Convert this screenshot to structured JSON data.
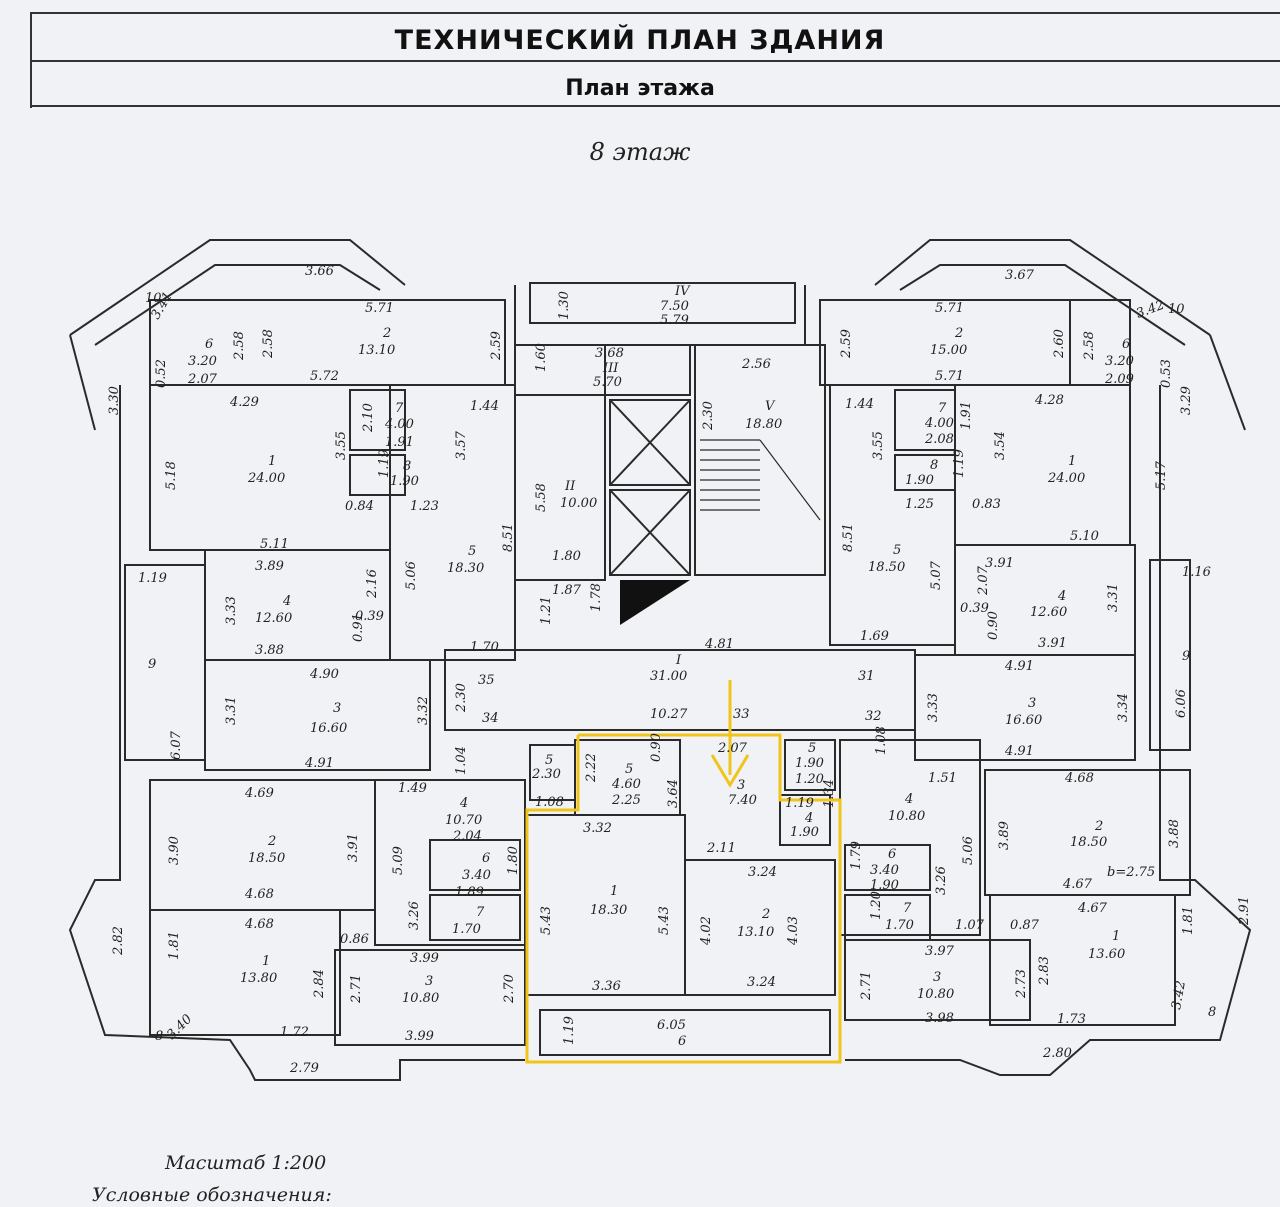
{
  "header": {
    "title": "ТЕХНИЧЕСКИЙ ПЛАН ЗДАНИЯ",
    "subtitle": "План этажа",
    "floor": "8 этаж"
  },
  "footer": {
    "scale": "Масштаб 1:200",
    "legend": "Условные обозначения:"
  },
  "colors": {
    "highlight": "#f0c419",
    "line": "#2a2a2a",
    "paper": "#f1f2f5"
  },
  "labels": {
    "lt_top": "3.66",
    "lt_10": "10",
    "lt_341": "3.41",
    "lt_330": "3.30",
    "l_r2_w": "5.71",
    "l_r2_n": "2",
    "l_r2_a": "13.10",
    "l_r2_h": "2.58",
    "l_r2_h2": "2.59",
    "l_r6_n": "6",
    "l_r6_a": "3.20",
    "l_r6_h": "2.58",
    "l_r6_w": "2.07",
    "l_052": "0.52",
    "l_572": "5.72",
    "l_429": "4.29",
    "l_r1_n": "1",
    "l_r1_a": "24.00",
    "l_518": "5.18",
    "l_355": "3.55",
    "l_511": "5.11",
    "l_r7_n": "7",
    "l_r7_a": "4.00",
    "l_r7_w": "1.91",
    "l_210": "2.10",
    "l_144": "1.44",
    "l_357": "3.57",
    "l_r8_n": "8",
    "l_r8_a": "1.90",
    "l_119": "1.19",
    "l_084": "0.84",
    "l_123": "1.23",
    "l_119b": "1.19",
    "l_r9": "9",
    "l_607": "6.07",
    "l_389": "3.89",
    "l_r4_n": "4",
    "l_r4_a": "12.60",
    "l_333": "3.33",
    "l_388": "3.88",
    "l_216": "2.16",
    "l_039": "0.39",
    "l_091": "0.91",
    "l_r5_n": "5",
    "l_r5_a": "18.30",
    "l_506": "5.06",
    "l_851": "8.51",
    "l_490": "4.90",
    "l_r3_n": "3",
    "l_r3_a": "16.60",
    "l_331": "3.31",
    "l_332": "3.32",
    "l_491": "4.91",
    "l_469": "4.69",
    "l_r2b_n": "2",
    "l_r2b_a": "18.50",
    "l_390": "3.90",
    "l_391": "3.91",
    "l_468": "4.68",
    "l_468b": "4.68",
    "l_r1b_n": "1",
    "l_r1b_a": "13.80",
    "l_181": "1.81",
    "l_282": "2.82",
    "l_172": "1.72",
    "l_340": "3.40",
    "l_8": "8",
    "l_279": "2.79",
    "l_284": "2.84",
    "l_149": "1.49",
    "l_r4b_n": "4",
    "l_r4b_a": "10.70",
    "l_204": "2.04",
    "l_509": "5.09",
    "l_r6b_n": "6",
    "l_r6b_a": "3.40",
    "l_189": "1.89",
    "l_180": "1.80",
    "l_r7b_n": "7",
    "l_r7b_a": "1.70",
    "l_326": "3.26",
    "l_086": "0.86",
    "l_399": "3.99",
    "l_r3b_n": "3",
    "l_r3b_a": "10.80",
    "l_271": "2.71",
    "l_270": "2.70",
    "l_399b": "3.99",
    "c_130": "1.30",
    "c_IV": "IV",
    "c_750": "7.50",
    "c_579": "5.79",
    "c_160": "1.60",
    "c_368": "3.68",
    "c_III": "III",
    "c_570": "5.70",
    "c_256": "2.56",
    "c_V": "V",
    "c_1880": "18.80",
    "c_230": "2.30",
    "c_II": "II",
    "c_1000": "10.00",
    "c_558": "5.58",
    "c_180": "1.80",
    "c_187": "1.87",
    "c_121": "1.21",
    "c_178": "1.78",
    "c_481": "4.81",
    "c_I": "I",
    "c_3100": "31.00",
    "c_35": "35",
    "c_31": "31",
    "c_170": "1.70",
    "c_169": "1.69",
    "c_1027": "10.27",
    "c_34": "34",
    "c_33": "33",
    "c_32": "32",
    "c_230b": "2.30",
    "c_104": "1.04",
    "c_108": "1.08",
    "a_r5_n": "5",
    "a_r5_a": "2.30",
    "a_108": "1.08",
    "a_222": "2.22",
    "a_r5b_n": "5",
    "a_r5b_a": "4.60",
    "a_225": "2.25",
    "a_090": "0.90",
    "a_364": "3.64",
    "a_207": "2.07",
    "a_r3_n": "3",
    "a_r3_a": "7.40",
    "a_332": "3.32",
    "a_211": "2.11",
    "a_324": "3.24",
    "a_r1_n": "1",
    "a_r1_a": "18.30",
    "a_543": "5.43",
    "a_543b": "5.43",
    "a_r2_n": "2",
    "a_r2_a": "13.10",
    "a_402": "4.02",
    "a_403": "4.03",
    "a_336": "3.36",
    "a_324b": "3.24",
    "a_605": "6.05",
    "a_6": "6",
    "a_119": "1.19",
    "r_r5_n": "5",
    "r_r5_a": "1.90",
    "r_120": "1.20",
    "r_119": "1.19",
    "r_r4s_n": "4",
    "r_r4s_a": "1.90",
    "r_134": "1.34",
    "r_top": "3.67",
    "r_10": "10",
    "r_342": "3.42",
    "r_329": "3.29",
    "r_r2_w": "5.71",
    "r_r2_n": "2",
    "r_r2_a": "15.00",
    "r_259": "2.59",
    "r_260": "2.60",
    "r_r6_n": "6",
    "r_r6_a": "3.20",
    "r_r6_h": "2.58",
    "r_209": "2.09",
    "r_053": "0.53",
    "r_571": "5.71",
    "r_144": "1.44",
    "r_r7_n": "7",
    "r_r7_a": "4.00",
    "r_208": "2.08",
    "r_191": "1.91",
    "r_428": "4.28",
    "r_r1_n": "1",
    "r_r1_a": "24.00",
    "r_354": "3.54",
    "r_517": "5.17",
    "r_510": "5.10",
    "r_355": "3.55",
    "r_r8_n": "8",
    "r_r8_a": "1.90",
    "r_119b": "1.19",
    "r_125": "1.25",
    "r_083": "0.83",
    "r_851": "8.51",
    "r_r5b_n": "5",
    "r_r5b_a": "18.50",
    "r_507": "5.07",
    "r_391": "3.91",
    "r_r4_n": "4",
    "r_r4_a": "12.60",
    "r_207b": "2.07",
    "r_039": "0.39",
    "r_090": "0.90",
    "r_391b": "3.91",
    "r_311": "3.31",
    "r_116": "1.16",
    "r_9": "9",
    "r_606": "6.06",
    "r_491": "4.91",
    "r_r3_n": "3",
    "r_r3_a": "16.60",
    "r_333": "3.33",
    "r_334": "3.34",
    "r_491b": "4.91",
    "r_151": "1.51",
    "r_r4b_n": "4",
    "r_r4b_a": "10.80",
    "r_506": "5.06",
    "r_468": "4.68",
    "r_r2b_n": "2",
    "r_r2b_a": "18.50",
    "r_389": "3.89",
    "r_388": "3.88",
    "r_467": "4.67",
    "r_b275": "b=2.75",
    "r_179": "1.79",
    "r_r6b_n": "6",
    "r_r6b_a": "3.40",
    "r_190": "1.90",
    "r_326": "3.26",
    "r_120b": "1.20",
    "r_r7b_n": "7",
    "r_r7b_a": "1.70",
    "r_107": "1.07",
    "r_087": "0.87",
    "r_467b": "4.67",
    "r_r1b_n": "1",
    "r_r1b_a": "13.60",
    "r_181": "1.81",
    "r_291": "2.91",
    "r_283": "2.83",
    "r_173": "1.73",
    "r_342b": "3.42",
    "r_8": "8",
    "r_280": "2.80",
    "r_397": "3.97",
    "r_r3b_n": "3",
    "r_r3b_a": "10.80",
    "r_271": "2.71",
    "r_273": "2.73",
    "r_398": "3.98"
  }
}
